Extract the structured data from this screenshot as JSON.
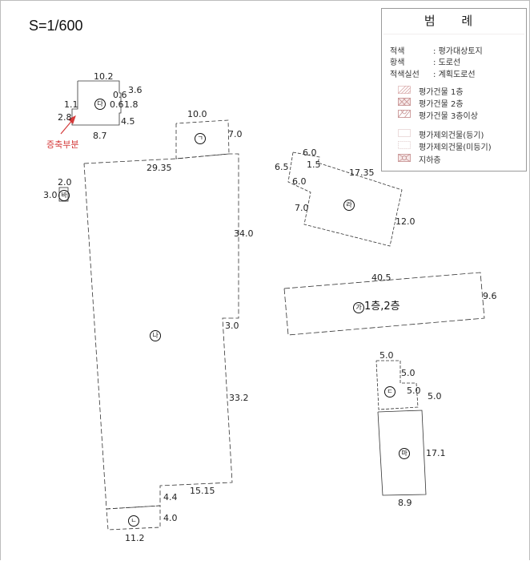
{
  "scale": "S=1/600",
  "legend": {
    "title": "범 례",
    "lines": [
      {
        "key": "적색",
        "sep": ":",
        "value": "평가대상토지"
      },
      {
        "key": "황색",
        "sep": ":",
        "value": "도로선"
      },
      {
        "key": "적색실선",
        "sep": ":",
        "value": "계획도로선"
      }
    ],
    "swatches": [
      {
        "icon": "hatch-diagonal-icon",
        "label": "평가건물 1층"
      },
      {
        "icon": "hatch-cross-icon",
        "label": "평가건물 2층"
      },
      {
        "icon": "hatch-arc-icon",
        "label": "평가건물 3층이상"
      },
      {
        "icon": "solid-rect-icon",
        "label": "평가제외건물(등기)"
      },
      {
        "icon": "dashed-rect-icon",
        "label": "평가제외건물(미등기)"
      },
      {
        "icon": "basement-icon",
        "label": "지하층"
      }
    ]
  },
  "annotation": {
    "text": "증축부분",
    "color": "#d43a3a"
  },
  "buildings": {
    "da": {
      "label": "다",
      "dims": [
        "10.2",
        "3.6",
        "0.6",
        "0.6",
        "1.8",
        "1.1",
        "2.8",
        "4.5",
        "8.7"
      ]
    },
    "ba": {
      "label": "바",
      "dims": [
        "2.0",
        "3.0"
      ]
    },
    "giyeok": {
      "label": "ㄱ",
      "dims": [
        "10.0",
        "7.0"
      ]
    },
    "na": {
      "label": "나",
      "dims": [
        "29.35",
        "34.0",
        "3.0",
        "33.2",
        "15.15",
        "4.4"
      ]
    },
    "nieun": {
      "label": "ㄴ",
      "dims": [
        "4.0",
        "11.2"
      ]
    },
    "ra": {
      "label": "라",
      "dims": [
        "6.0",
        "1.5",
        "6.5",
        "6.0",
        "17.35",
        "7.0",
        "12.0"
      ]
    },
    "ga": {
      "label": "가",
      "suffix": "1층,2층",
      "dims": [
        "40.5",
        "9.6"
      ]
    },
    "digeut": {
      "label": "ㄷ",
      "dims": [
        "5.0",
        "5.0",
        "5.0",
        "5.0"
      ]
    },
    "ma": {
      "label": "마",
      "dims": [
        "17.1",
        "8.9"
      ]
    }
  }
}
